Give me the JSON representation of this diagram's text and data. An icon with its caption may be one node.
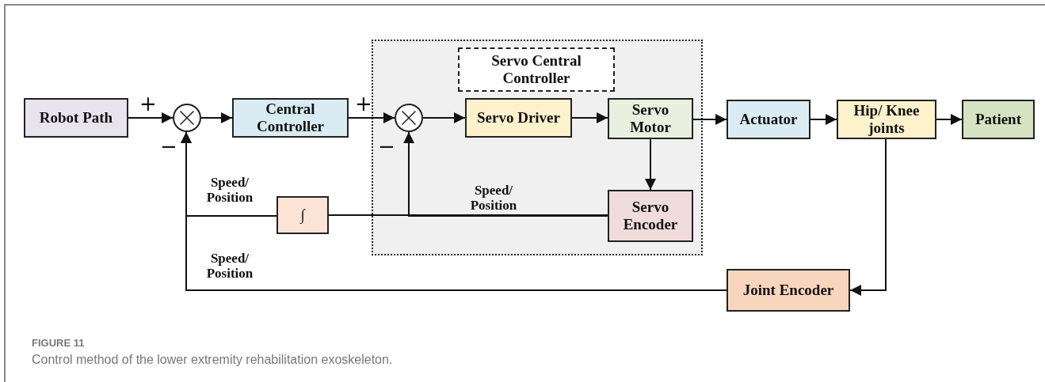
{
  "diagram": {
    "caption": "Control method of the lower extremity rehabilitation exoskeleton.",
    "nodes": [
      {
        "text": [
          "Robot Path"
        ]
      },
      {
        "text": [],
        "shape": "circle"
      },
      {
        "text": [
          "Central Controller"
        ]
      },
      {
        "text": [],
        "shape": "box"
      },
      {
        "text": [
          "Servo Central Controller"
        ],
        "in": 3
      },
      {
        "text": [],
        "shape": "circle",
        "in": 3
      },
      {
        "text": [
          "Servo Driver"
        ],
        "in": 3
      },
      {
        "text": [
          "Servo Motor"
        ],
        "in": 3
      },
      {
        "text": [
          "Servo Encoder"
        ],
        "in": 3
      },
      {
        "text": [
          "Actuator"
        ]
      },
      {
        "text": [
          "Hip/ Knee joints"
        ]
      },
      {
        "text": [
          "Patient"
        ]
      },
      {
        "text": [
          "∫"
        ]
      },
      {
        "text": [
          "Joint Encoder"
        ]
      }
    ],
    "edges": [
      {
        "from": 0,
        "to": 1,
        "arrow": "to"
      },
      {
        "from": 1,
        "to": 2,
        "arrow": "to"
      },
      {
        "from": 2,
        "to": 5,
        "arrow": "to"
      },
      {
        "from": 5,
        "to": 6,
        "arrow": "to"
      },
      {
        "from": 6,
        "to": 7,
        "arrow": "to"
      },
      {
        "from": 7,
        "to": 9,
        "arrow": "to"
      },
      {
        "from": 9,
        "to": 10,
        "arrow": "to"
      },
      {
        "from": 10,
        "to": 11,
        "arrow": "to"
      },
      {
        "from": 7,
        "to": 8,
        "arrow": "to"
      },
      {
        "from": 8,
        "to": 5,
        "arrow": "to",
        "label": "Speed/ Position"
      },
      {
        "from": 8,
        "to": 12,
        "arrow": "none"
      },
      {
        "from": 12,
        "to": 1,
        "arrow": "to",
        "label": "Speed/ Position"
      },
      {
        "from": 10,
        "to": 13,
        "arrow": "to"
      },
      {
        "from": 13,
        "to": 1,
        "arrow": "to",
        "label": "Speed/ Position"
      }
    ],
    "labels": [
      "FIGURE 11",
      "+",
      "−",
      "+",
      "−"
    ]
  }
}
